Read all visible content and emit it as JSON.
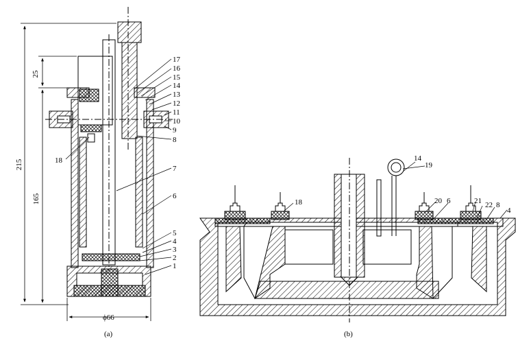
{
  "figure": {
    "panel_a": {
      "caption": "(a)",
      "dimensions": {
        "d25": "25",
        "d215": "215",
        "d165": "165",
        "d66": "ϕ66"
      },
      "labels": {
        "n1": "1",
        "n2": "2",
        "n3": "3",
        "n4": "4",
        "n5": "5",
        "n6": "6",
        "n7": "7",
        "n8": "8",
        "n9": "9",
        "n10": "10",
        "n11": "11",
        "n12": "12",
        "n13": "13",
        "n14": "14",
        "n15": "15",
        "n16": "16",
        "n17": "17",
        "n18": "18"
      }
    },
    "panel_b": {
      "caption": "(b)",
      "labels": {
        "n4": "4",
        "n6": "6",
        "n8": "8",
        "n14": "14",
        "n18": "18",
        "n19": "19",
        "n20": "20",
        "n21": "21",
        "n22": "22"
      }
    }
  }
}
